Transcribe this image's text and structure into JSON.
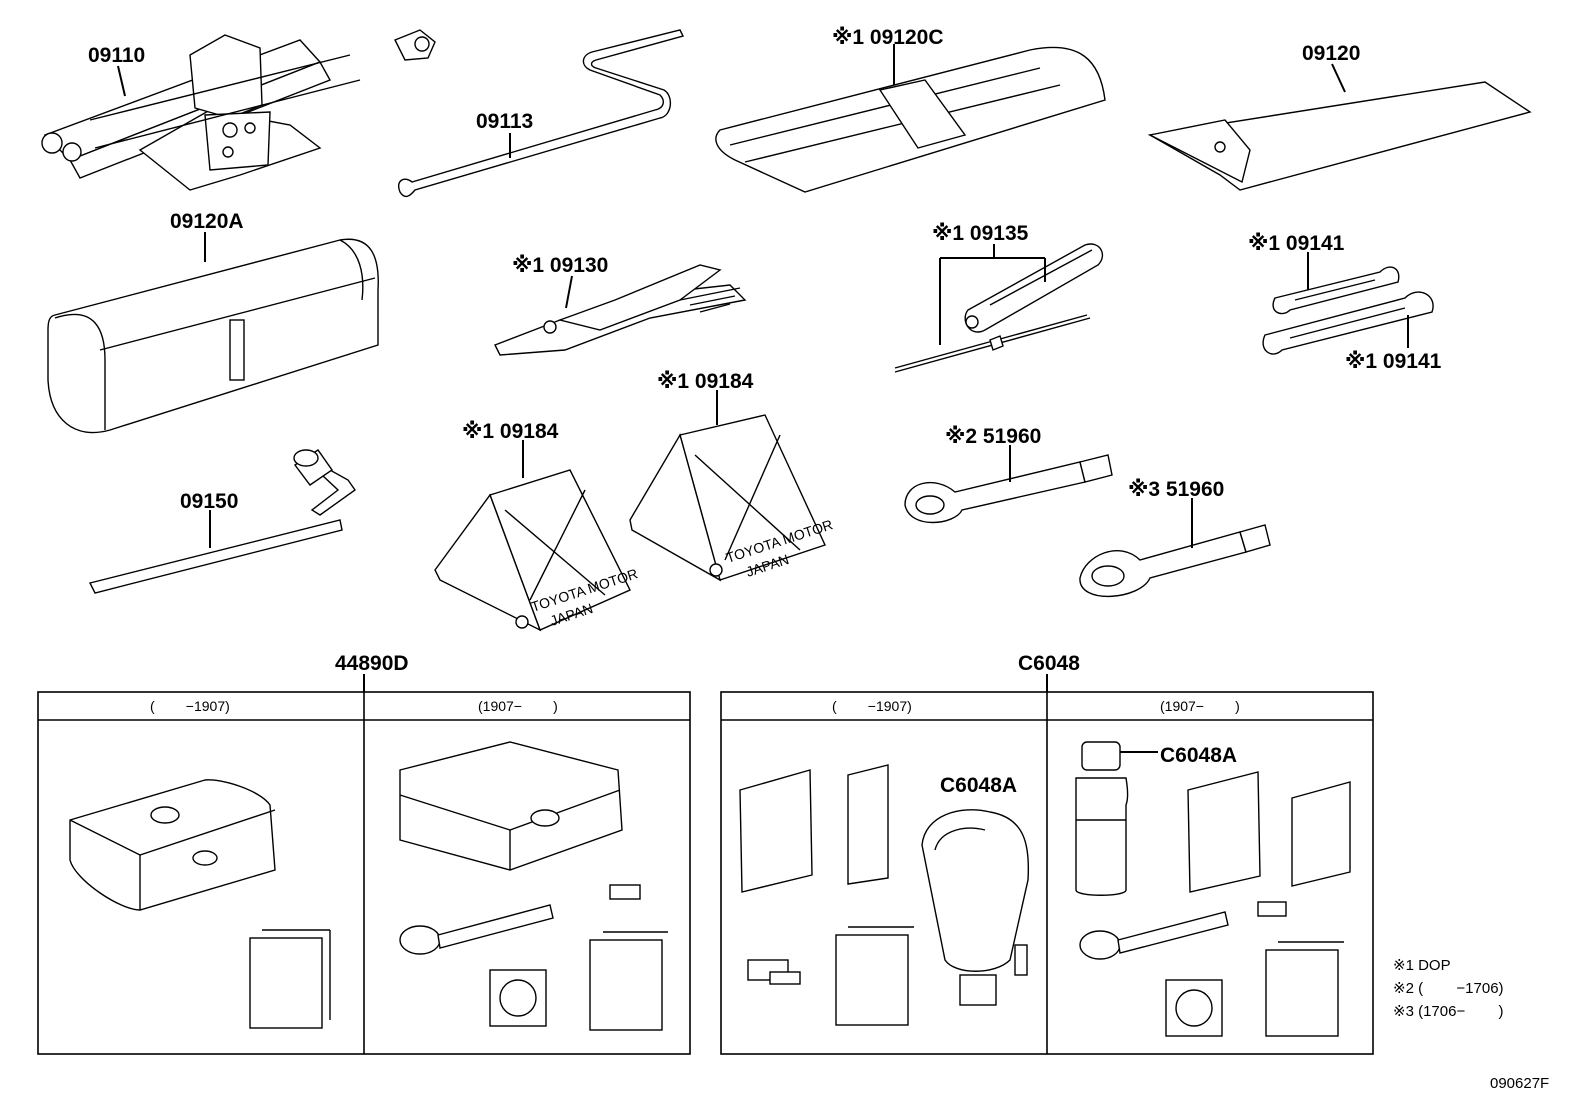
{
  "labels": {
    "p09110": "09110",
    "p09113": "09113",
    "p09120c": "※1 09120C",
    "p09120": "09120",
    "p09120a": "09120A",
    "p09130": "※1 09130",
    "p09135": "※1 09135",
    "p09141_top": "※1 09141",
    "p09141_bottom": "※1 09141",
    "p09184_right": "※1 09184",
    "p09184_left": "※1 09184",
    "p51960_a": "※2 51960",
    "p51960_b": "※3 51960",
    "p09150": "09150",
    "p44890d": "44890D",
    "pc6048": "C6048",
    "pc6048a_left": "C6048A",
    "pc6048a_right": "C6048A"
  },
  "chock_text": {
    "line1": "TOYOTA MOTOR",
    "line2": "JAPAN"
  },
  "tables": {
    "left_col1": "(        −1907)",
    "left_col2": "(1907−        )",
    "right_col1": "(        −1907)",
    "right_col2": "(1907−        )"
  },
  "notes": {
    "n1": "※1 DOP",
    "n2": "※2 (        −1706)",
    "n3": "※3 (1706−        )"
  },
  "drawing_id": "090627F"
}
